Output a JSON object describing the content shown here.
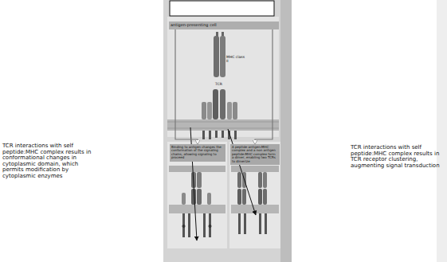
{
  "diagram": {
    "nodes": [
      {
        "text": [
          "antigen-presenting cell"
        ]
      },
      {
        "text": [
          "Binding to antigen changes the conformation of the signaling chains, allowing signaling to proceed"
        ]
      },
      {
        "text": [
          "A peptide antigen:MHC complex and a non antigen peptide:MHC complex form a dimer, enabling two TCRs to dimerize"
        ]
      }
    ],
    "edges": [
      {
        "from": 0,
        "to": 1,
        "arrow": "to"
      },
      {
        "from": 0,
        "to": 2,
        "arrow": "to"
      }
    ],
    "labels": [
      "MHC class II",
      "TCR",
      "TCR interactions with self peptide:MHC complex results in conformational changes in cytoplasmic domain, which permits modification by cytoplasmic enzymes",
      "TCR interactions with self peptide:MHC complex results in TCR receptor clustering, augmenting signal transduction"
    ]
  }
}
